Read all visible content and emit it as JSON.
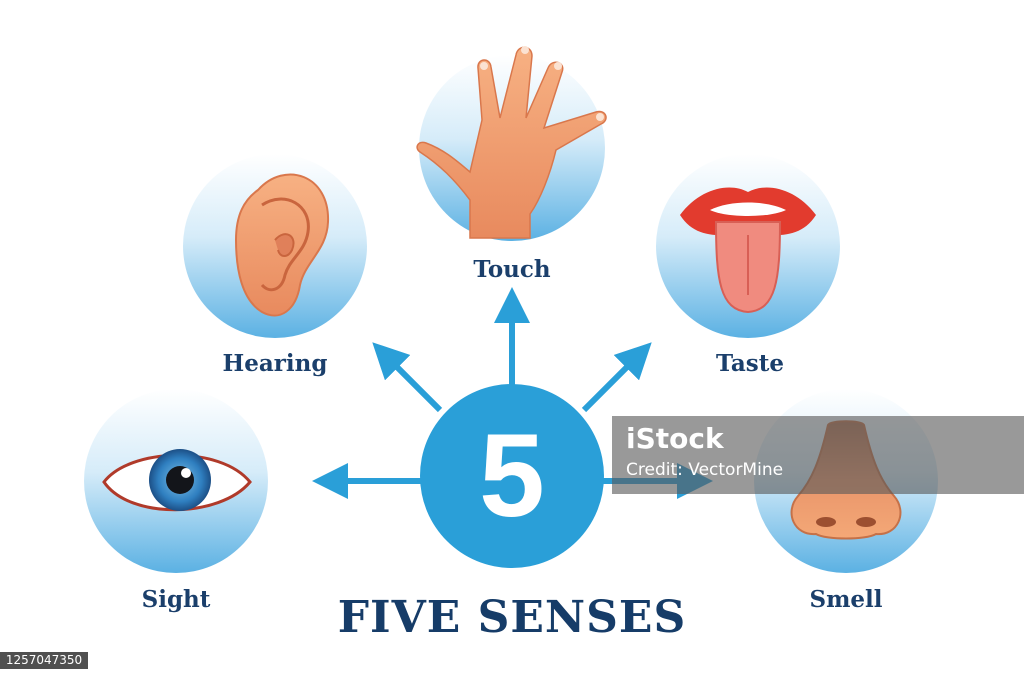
{
  "diagram": {
    "center_number": "5",
    "title": "FIVE SENSES",
    "senses": [
      {
        "name": "Touch",
        "icon": "hand-icon"
      },
      {
        "name": "Hearing",
        "icon": "ear-icon"
      },
      {
        "name": "Taste",
        "icon": "mouth-icon"
      },
      {
        "name": "Sight",
        "icon": "eye-icon"
      },
      {
        "name": "Smell",
        "icon": "nose-icon"
      }
    ]
  },
  "watermark": {
    "logo": "iStock",
    "credit": "Credit: VectorMine"
  },
  "image_id": "1257047350",
  "colors": {
    "accent": "#2a9fd8",
    "text": "#1b3f6b",
    "circle_light": "#ffffff",
    "circle_dark": "#5bb1e3"
  }
}
